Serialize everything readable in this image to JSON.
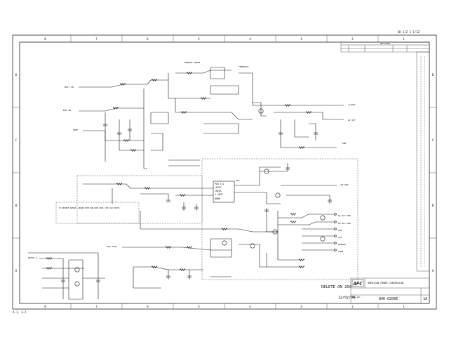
{
  "corner_top_right": "SH 1/2  1-1/12",
  "corner_bottom_left": "A-1, 3-2",
  "delete_note": "DELETE ON 250",
  "date": "12/02/98",
  "company": "AMERICAN POWER CONVERSION",
  "logo_text": "APC",
  "doc_number": "840-0206E",
  "sheet": "1A",
  "dwg_label": "DWG NO.",
  "revisions_header": "REVISIONS",
  "column_markers": [
    "8",
    "7",
    "6",
    "5",
    "4",
    "3",
    "2",
    "1"
  ],
  "row_markers": [
    "D",
    "C",
    "B",
    "A"
  ],
  "chip_lines": [
    "PIN  1/2",
    "LOGIC",
    "CHECK",
    "2  SOUT",
    "NORM"
  ],
  "ic_label": "U19",
  "signals": {
    "left_1": "BATT IN",
    "left_2": "BUS IN",
    "left_3": "VREF",
    "mid_1": "CURRENT SENSE",
    "mid_2": "FEEDBACK",
    "right_1": "+12VDC",
    "right_2": "AC OUT",
    "right_3": "GND",
    "right_4": "+5V REG",
    "bottom_1": "INV SYNC",
    "bottom_2": "DRIVE A"
  },
  "outputs": [
    "K1 RLY DRV",
    "K2 RLY DRV",
    "FAN",
    "LED",
    "BUZZER",
    "SHDN"
  ],
  "note_box": "TO PREVENT DAMAGE, GROUND BOTH NON-USED PINS. SEE ASSY NOTES."
}
